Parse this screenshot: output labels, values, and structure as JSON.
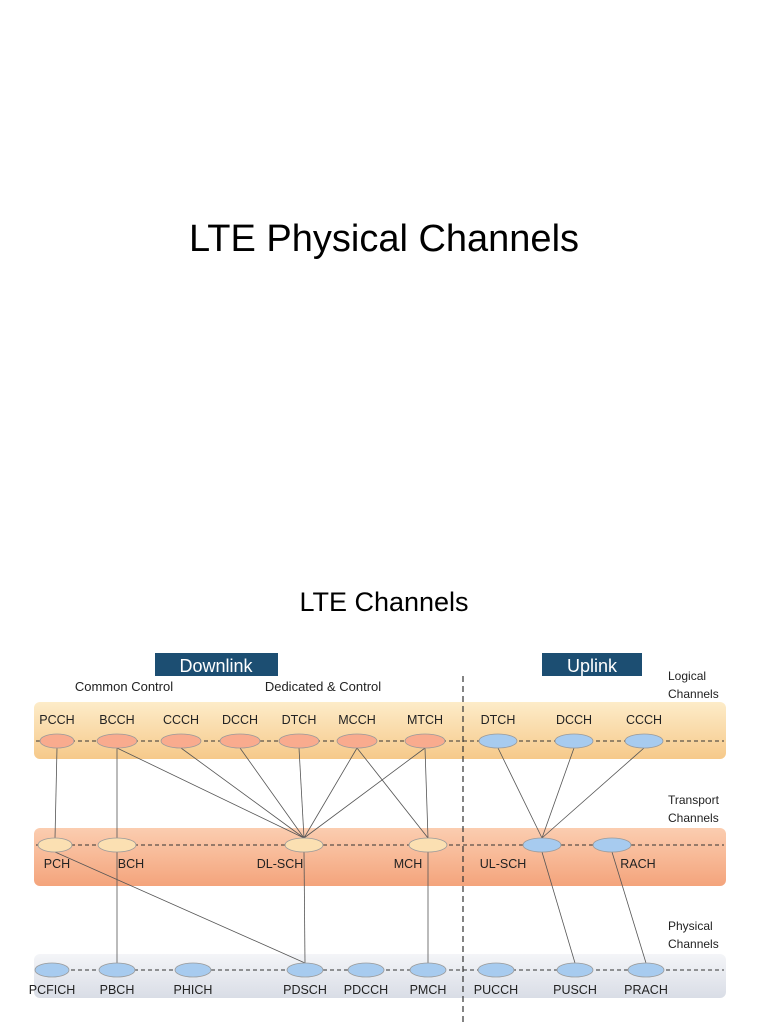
{
  "slide": {
    "title": "LTE Physical Channels",
    "subtitle": "LTE Channels"
  },
  "diagram": {
    "headers": {
      "downlink": "Downlink",
      "uplink": "Uplink"
    },
    "groups": {
      "common_control": "Common Control",
      "dedicated_control": "Dedicated & Control"
    },
    "band_labels": {
      "logical": [
        "Logical",
        "Channels"
      ],
      "transport": [
        "Transport",
        "Channels"
      ],
      "physical": [
        "Physical",
        "Channels"
      ]
    },
    "logical_channels": [
      "PCCH",
      "BCCH",
      "CCCH",
      "DCCH",
      "DTCH",
      "MCCH",
      "MTCH",
      "DTCH",
      "DCCH",
      "CCCH"
    ],
    "transport_channels": [
      "PCH",
      "BCH",
      "DL-SCH",
      "MCH",
      "UL-SCH",
      "RACH"
    ],
    "physical_channels": [
      "PCFICH",
      "PBCH",
      "PHICH",
      "PDSCH",
      "PDCCH",
      "PMCH",
      "PUCCH",
      "PUSCH",
      "PRACH"
    ],
    "mappings": [
      [
        "logical",
        0,
        "transport",
        0
      ],
      [
        "logical",
        1,
        "transport",
        1
      ],
      [
        "logical",
        1,
        "transport",
        2
      ],
      [
        "logical",
        2,
        "transport",
        2
      ],
      [
        "logical",
        3,
        "transport",
        2
      ],
      [
        "logical",
        4,
        "transport",
        2
      ],
      [
        "logical",
        5,
        "transport",
        2
      ],
      [
        "logical",
        6,
        "transport",
        2
      ],
      [
        "logical",
        5,
        "transport",
        3
      ],
      [
        "logical",
        6,
        "transport",
        3
      ],
      [
        "logical",
        7,
        "transport",
        4
      ],
      [
        "logical",
        8,
        "transport",
        4
      ],
      [
        "logical",
        9,
        "transport",
        4
      ],
      [
        "transport",
        0,
        "physical",
        3
      ],
      [
        "transport",
        1,
        "physical",
        1
      ],
      [
        "transport",
        2,
        "physical",
        3
      ],
      [
        "transport",
        3,
        "physical",
        5
      ],
      [
        "transport",
        4,
        "physical",
        7
      ],
      [
        "transport",
        5,
        "physical",
        8
      ]
    ],
    "colors": {
      "logical_band": "#fce3b8",
      "logical_node": "#f9ab8e",
      "transport_band": "#f8b795",
      "transport_node": "#fbe0b2",
      "physical_band": "#e9ecf2",
      "uplink_node": "#a7cbef",
      "header_bg": "#1c4e72",
      "header_text": "#ffffff"
    }
  }
}
